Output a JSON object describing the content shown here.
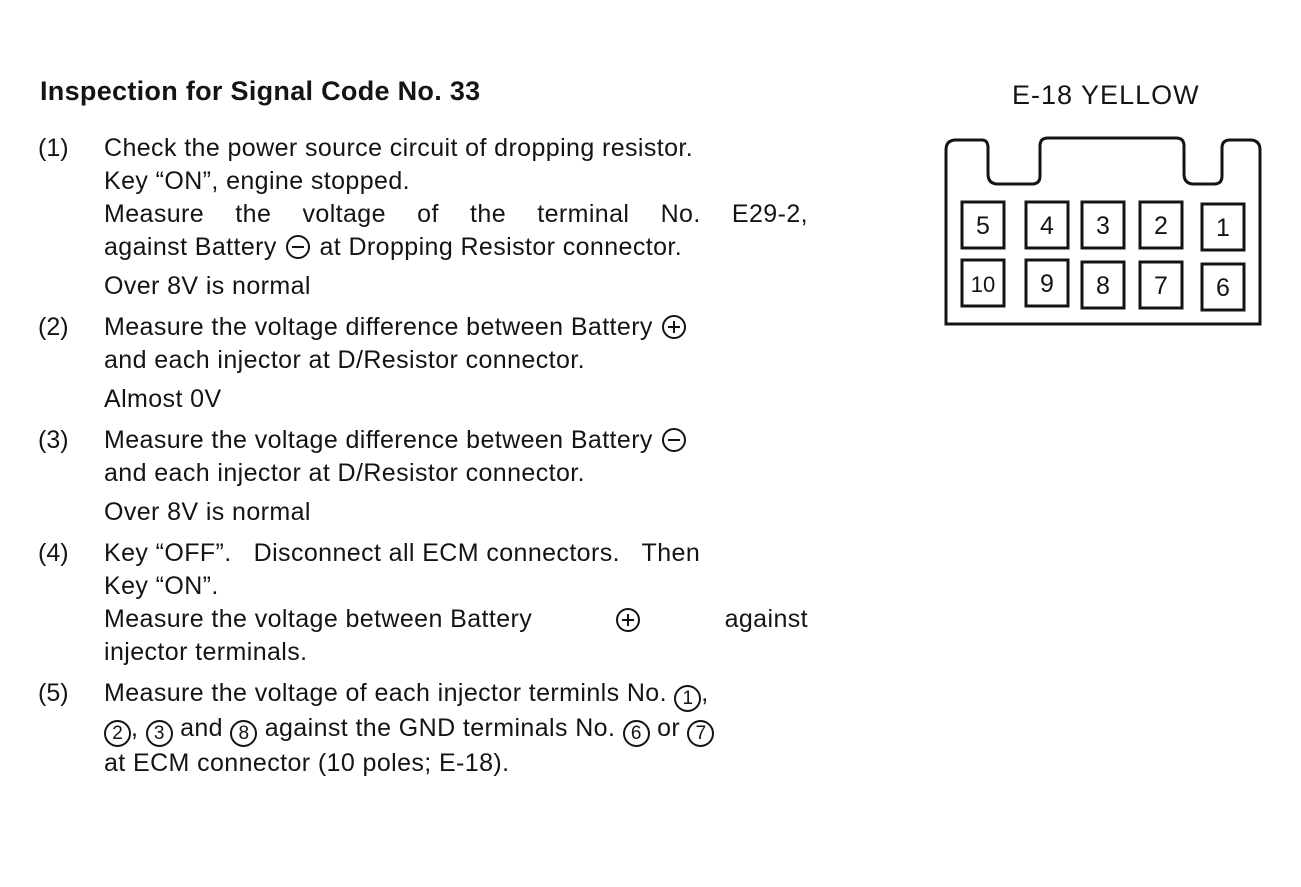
{
  "title": "Inspection for Signal Code No. 33",
  "steps": [
    {
      "number": "(1)",
      "lines": [
        "Check the power source circuit of dropping resistor.",
        "Key “ON”, engine stopped.",
        "Measure the voltage of the terminal No. E29-2,",
        "against Battery",
        "at Dropping Resistor connector."
      ],
      "result": "Over 8V is normal"
    },
    {
      "number": "(2)",
      "lines": [
        "Measure the voltage difference between Battery",
        "and each injector at D/Resistor connector."
      ],
      "result": "Almost 0V"
    },
    {
      "number": "(3)",
      "lines": [
        "Measure the voltage difference between Battery",
        "and each injector at D/Resistor connector."
      ],
      "result": "Over 8V is normal"
    },
    {
      "number": "(4)",
      "lines": [
        "Key “OFF”.   Disconnect all ECM connectors.   Then",
        "Key “ON”.",
        "Measure the voltage between Battery",
        "against",
        "injector terminals."
      ]
    },
    {
      "number": "(5)",
      "lines": [
        "Measure the voltage of each injector terminls No.",
        "and",
        "against the GND terminals No.",
        "or",
        "at ECM connector (10 poles; E-18)."
      ],
      "circled": [
        "1",
        "2",
        "3",
        "8",
        "6",
        "7"
      ]
    }
  ],
  "connector": {
    "label": "E-18 YELLOW",
    "top_row": [
      "5",
      "4",
      "3",
      "2",
      "1"
    ],
    "bottom_row": [
      "10",
      "9",
      "8",
      "7",
      "6"
    ]
  },
  "symbols": {
    "minus": "circled-minus-icon",
    "plus": "circled-plus-icon"
  }
}
